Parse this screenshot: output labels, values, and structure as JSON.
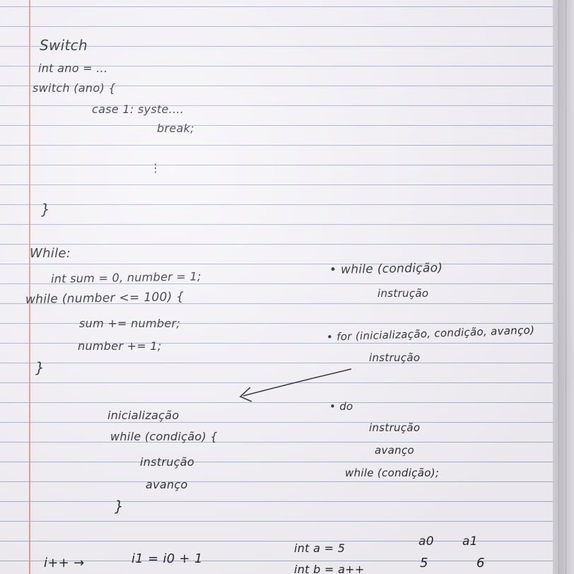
{
  "switch_section": {
    "title": "Switch",
    "line1": "int ano = ...",
    "line2": "switch (ano) {",
    "line3": "case 1: syste....",
    "line4": "break;",
    "ellipsis": "⋮",
    "close": "}"
  },
  "while_section": {
    "title": "While:",
    "line1": "int sum = 0, number = 1;",
    "line2": "while (number <= 100) {",
    "line3": "sum += number;",
    "line4": "number += 1;",
    "close": "}"
  },
  "notes_right": {
    "while_line1": "• while (condição)",
    "while_line2": "instrução",
    "for_line1": "• for (inicialização, condição, avanço)",
    "for_line2": "instrução",
    "do_line1": "• do",
    "do_line2": "instrução",
    "do_line3": "avanço",
    "do_line4": "while (condição);"
  },
  "for_as_while": {
    "line1": "inicialização",
    "line2": "while (condição) {",
    "line3": "instrução",
    "line4": "avanço",
    "close": "}"
  },
  "bottom": {
    "increment": "i++ →",
    "formula": "i1 = i0 + 1",
    "int_a": "int a = 5",
    "int_b": "int b = a++",
    "a0_label": "a0",
    "a1_label": "a1",
    "a0_value": "5",
    "a1_value": "6"
  },
  "colors": {
    "paper": "#f6f4f8",
    "ruled_line": "#a6b2cf",
    "margin_line": "#e58a8a",
    "ink": "#23232e"
  }
}
